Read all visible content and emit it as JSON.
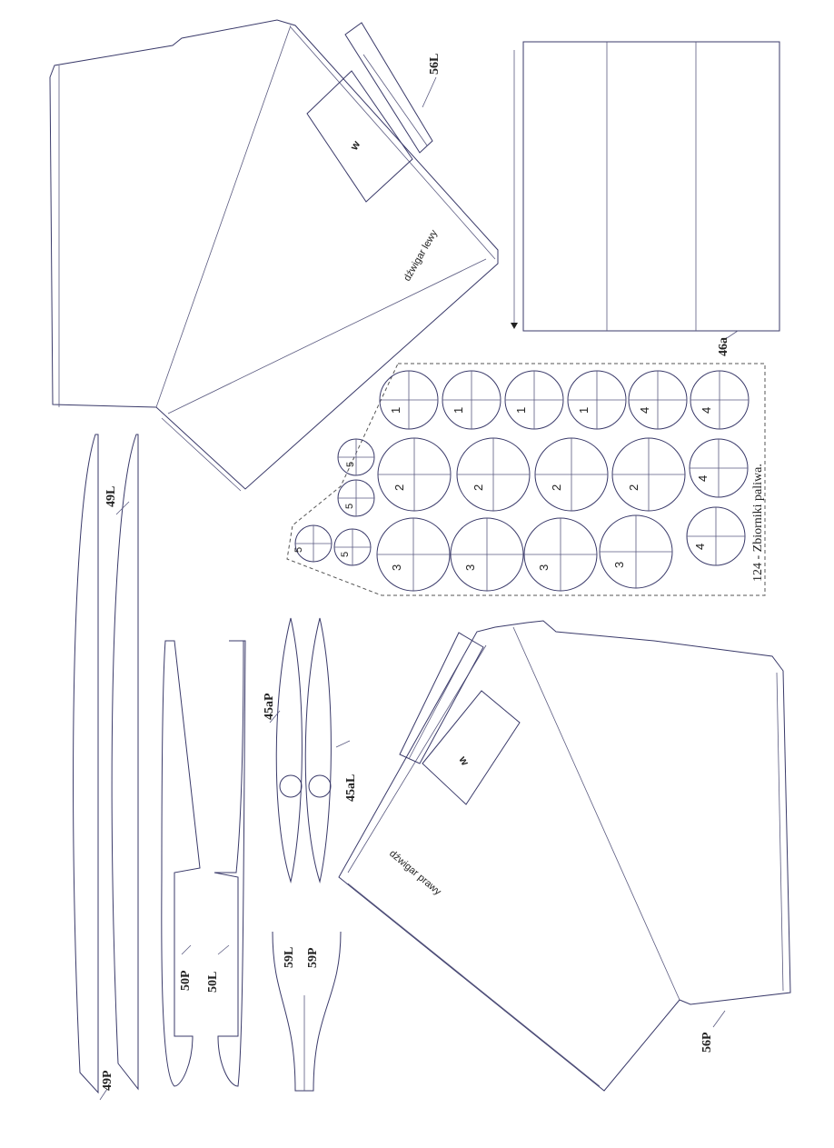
{
  "labels": {
    "part_56L": "56L",
    "part_56P": "56P",
    "part_46a": "46a",
    "part_49L": "49L",
    "part_49P": "49P",
    "part_50P": "50P",
    "part_50L": "50L",
    "part_45aP": "45aP",
    "part_45aL": "45aL",
    "part_59L": "59L",
    "part_59P": "59P",
    "spar_left": "dźwigar lewy",
    "spar_right": "dźwigar prawy",
    "mark_w_top": "w",
    "mark_w_bottom": "w",
    "fuel_tanks_caption": "124 - Zbiorniki paliwa."
  },
  "tanks": {
    "row1": [
      "1",
      "1",
      "1",
      "1",
      "4",
      "4"
    ],
    "row2": [
      "5",
      "2",
      "2",
      "2",
      "2",
      "4"
    ],
    "row3": [
      "5",
      "5",
      "3",
      "3",
      "3",
      "3",
      "4"
    ],
    "row3_extra": "5"
  },
  "colors": {
    "line": "#3a3a6a",
    "paper": "#ffffff"
  }
}
